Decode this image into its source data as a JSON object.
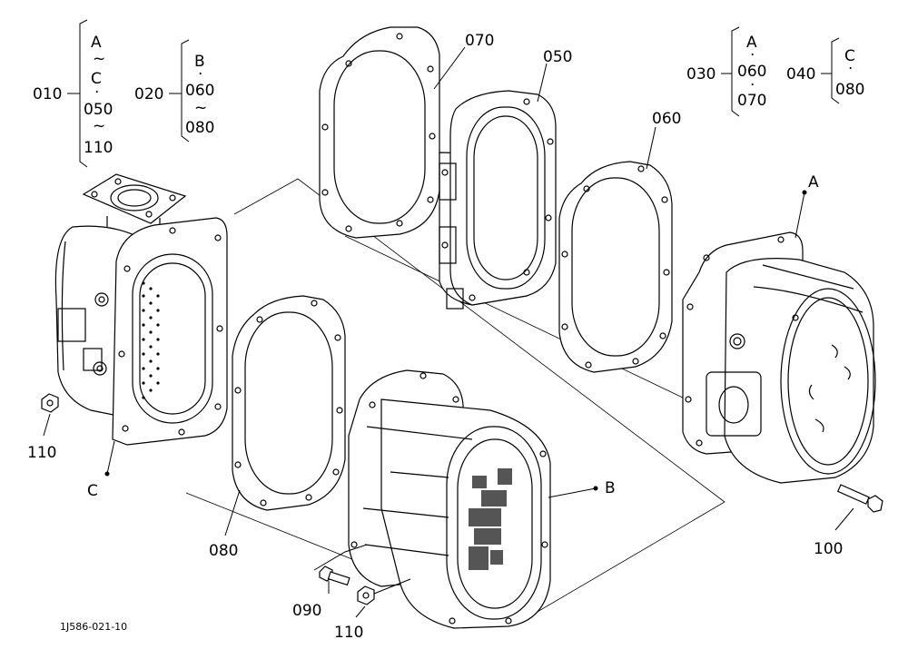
{
  "groups": {
    "g010": {
      "ref": "010",
      "items": [
        "A",
        "~",
        "C",
        "·",
        "050",
        "~",
        "110"
      ]
    },
    "g020": {
      "ref": "020",
      "items": [
        "B",
        "·",
        "060",
        "~",
        "080"
      ]
    },
    "g030": {
      "ref": "030",
      "items": [
        "A",
        "·",
        "060",
        "·",
        "070"
      ]
    },
    "g040": {
      "ref": "040",
      "items": [
        "C",
        "·",
        "080"
      ]
    }
  },
  "callouts": {
    "c070": "070",
    "c050": "050",
    "c060": "060",
    "cA": "A",
    "cB": "B",
    "cC": "C",
    "c080": "080",
    "c090": "090",
    "c100": "100",
    "c110a": "110",
    "c110b": "110"
  },
  "figure_id": "1J586-021-10"
}
